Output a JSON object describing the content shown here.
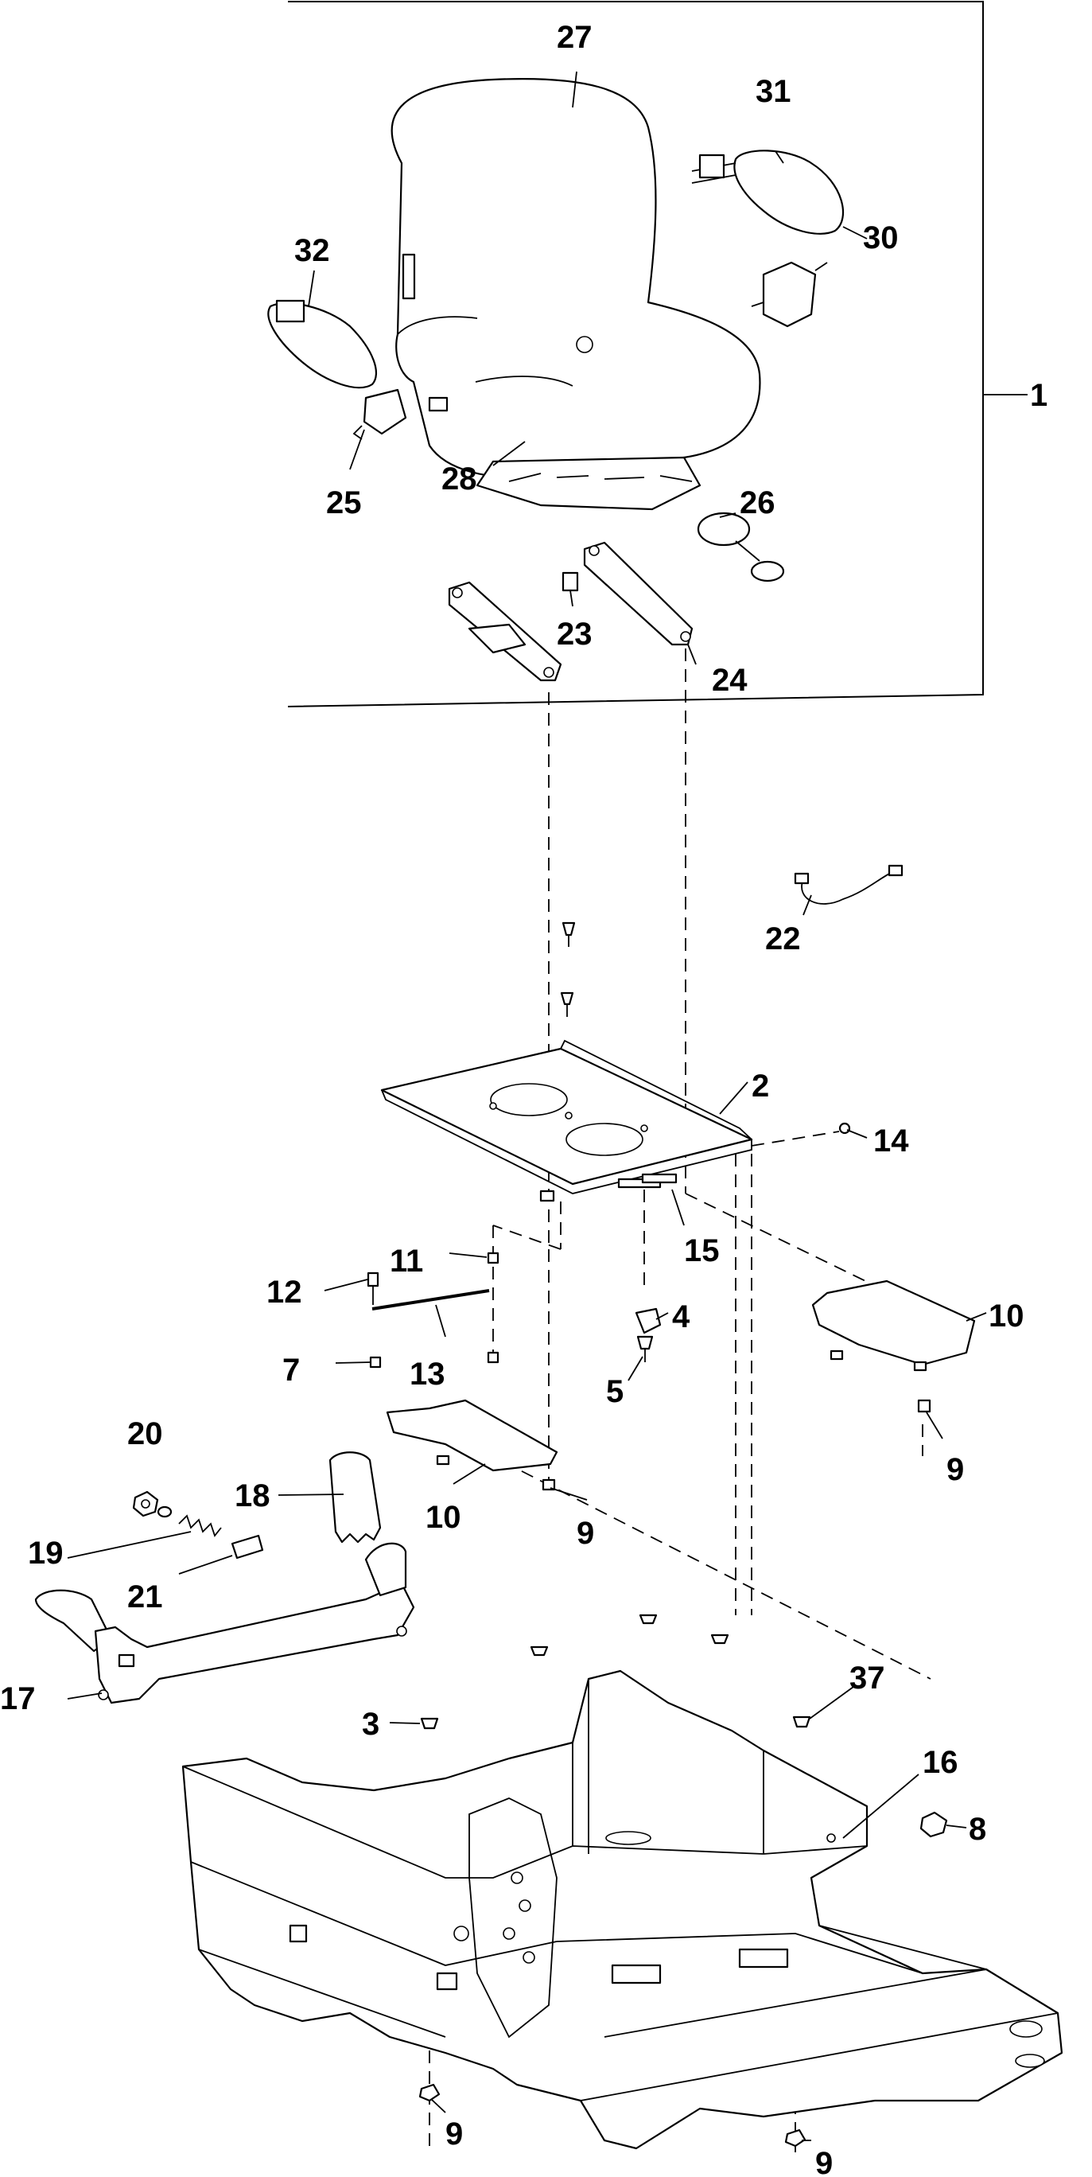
{
  "callouts": {
    "c27": "27",
    "c31": "31",
    "c30": "30",
    "c32": "32",
    "c1": "1",
    "c25": "25",
    "c28": "28",
    "c26": "26",
    "c23": "23",
    "c24": "24",
    "c22": "22",
    "c2": "2",
    "c14": "14",
    "c15": "15",
    "c11": "11",
    "c12": "12",
    "c4": "4",
    "c10a": "10",
    "c7": "7",
    "c13": "13",
    "c5": "5",
    "c9a": "9",
    "c20": "20",
    "c18": "18",
    "c10b": "10",
    "c9b": "9",
    "c19": "19",
    "c21": "21",
    "c17": "17",
    "c37": "37",
    "c3": "3",
    "c16": "16",
    "c8": "8",
    "c9c": "9",
    "c9d": "9"
  },
  "colors": {
    "line": "#000000",
    "background": "#ffffff"
  }
}
